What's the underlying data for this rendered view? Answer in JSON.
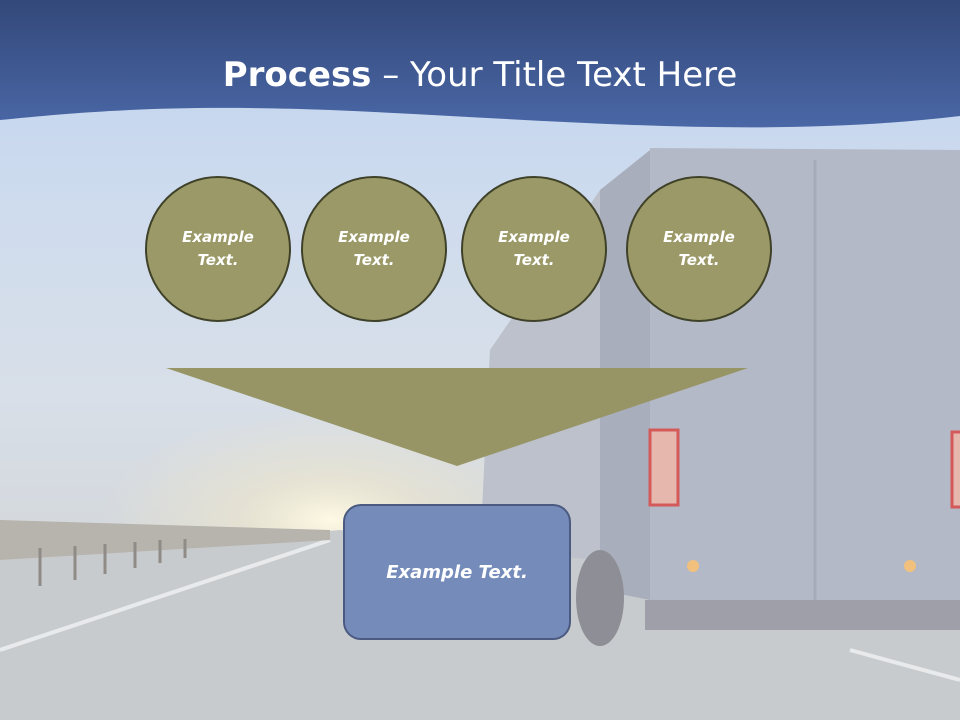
{
  "slide": {
    "title_bold": "Process",
    "title_rest": " – Your Title Text Here"
  },
  "circles": [
    {
      "label": "Example Text."
    },
    {
      "label": "Example Text."
    },
    {
      "label": "Example Text."
    },
    {
      "label": "Example Text."
    }
  ],
  "result_box": {
    "label": "Example Text."
  },
  "colors": {
    "header": "#3f5a94",
    "circle_fill": "#9a9967",
    "circle_border": "#3f4128",
    "funnel_fill": "#979565",
    "box_fill": "#758cbb",
    "box_border": "#4b5a80"
  }
}
